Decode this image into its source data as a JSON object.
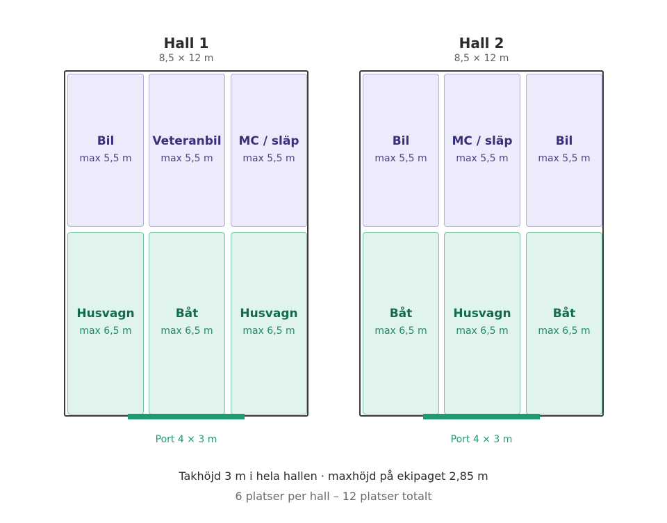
{
  "halls": [
    {
      "title": "Hall 1",
      "size": "8,5 × 12 m",
      "top_slots": [
        {
          "label": "Bil",
          "max": "max 5,5 m"
        },
        {
          "label": "Veteranbil",
          "max": "max 5,5 m"
        },
        {
          "label": "MC / släp",
          "max": "max 5,5 m"
        }
      ],
      "bottom_slots": [
        {
          "label": "Husvagn",
          "max": "max 6,5 m"
        },
        {
          "label": "Båt",
          "max": "max 6,5 m"
        },
        {
          "label": "Husvagn",
          "max": "max 6,5 m"
        }
      ],
      "port": "Port 4 × 3 m"
    },
    {
      "title": "Hall 2",
      "size": "8,5 × 12 m",
      "top_slots": [
        {
          "label": "Bil",
          "max": "max 5,5 m"
        },
        {
          "label": "MC / släp",
          "max": "max 5,5 m"
        },
        {
          "label": "Bil",
          "max": "max 5,5 m"
        }
      ],
      "bottom_slots": [
        {
          "label": "Båt",
          "max": "max 6,5 m"
        },
        {
          "label": "Husvagn",
          "max": "max 6,5 m"
        },
        {
          "label": "Båt",
          "max": "max 6,5 m"
        }
      ],
      "port": "Port 4 × 3 m"
    }
  ],
  "footer": {
    "line1": "Takhöjd 3 m i hela hallen · maxhöjd på ekipaget 2,85 m",
    "line2": "6 platser per hall – 12 platser totalt"
  },
  "colors": {
    "top_slot_fill": "#ecebfc",
    "bottom_slot_fill": "#e0f4ed",
    "port": "#1f9a74"
  }
}
